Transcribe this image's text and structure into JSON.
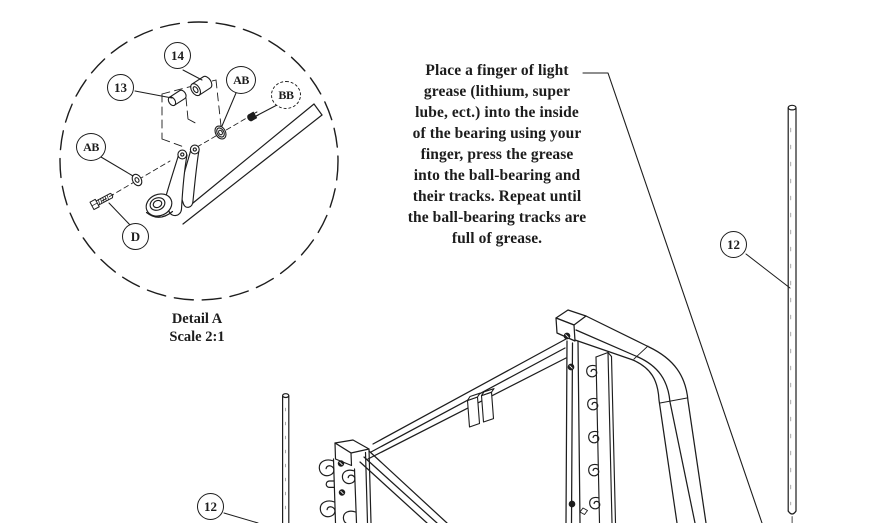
{
  "page": {
    "background": "#ffffff",
    "ink": "#1d1d1d"
  },
  "detail_view": {
    "caption": "Detail A\nScale 2:1",
    "balloons": [
      {
        "id": "14",
        "label": "14"
      },
      {
        "id": "13",
        "label": "13"
      },
      {
        "id": "ab-upper",
        "label": "AB"
      },
      {
        "id": "bb",
        "label": "BB"
      },
      {
        "id": "ab-lower",
        "label": "AB"
      },
      {
        "id": "d",
        "label": "D"
      }
    ]
  },
  "note": {
    "text": "Place a finger of light\ngrease (lithium, super\nlube, ect.) into the inside\nof the bearing using your\nfinger, press the grease\ninto the ball-bearing and\ntheir tracks. Repeat until\nthe ball-bearing tracks are\nfull of grease."
  },
  "part_balloons": [
    {
      "id": "rod-right",
      "label": "12"
    },
    {
      "id": "rod-left",
      "label": "12"
    }
  ]
}
